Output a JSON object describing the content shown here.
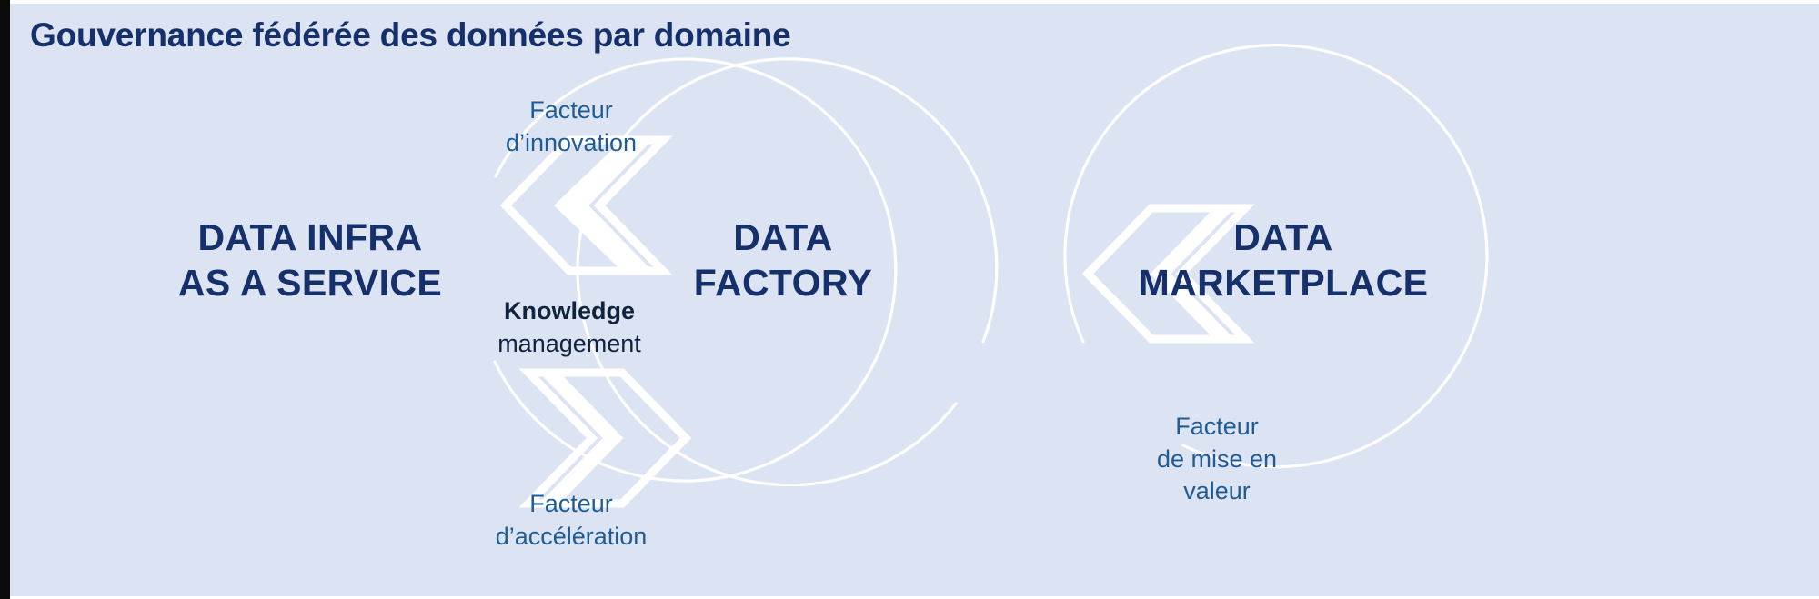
{
  "slide": {
    "title": "Gouvernance fédérée des données par domaine",
    "background_color": "#dce3f3",
    "title_color": "#16306b",
    "accent_color": "#1f5c96",
    "stroke_color": "#ffffff"
  },
  "nodes": [
    {
      "id": "data-infra-as-a-service",
      "line1": "DATA INFRA",
      "line2": "AS A SERVICE",
      "shape": "circle-arc"
    },
    {
      "id": "data-factory",
      "line1": "DATA",
      "line2": "FACTORY",
      "shape": "circle-arc"
    },
    {
      "id": "data-marketplace",
      "line1": "DATA",
      "line2": "MARKETPLACE",
      "shape": "circle-arc"
    }
  ],
  "connectors": [
    {
      "id": "facteur-innovation",
      "lines": [
        "Facteur",
        "d’innovation"
      ],
      "icon": "double-chevron-left-icon",
      "direction": "left",
      "position": "top-center"
    },
    {
      "id": "facteur-acceleration",
      "lines": [
        "Facteur",
        "d’accélération"
      ],
      "icon": "double-chevron-right-icon",
      "direction": "right",
      "position": "bottom-center"
    },
    {
      "id": "facteur-mise-en-valeur",
      "lines": [
        "Facteur",
        "de mise en",
        "valeur"
      ],
      "icon": "double-chevron-left-icon",
      "direction": "left",
      "position": "right"
    }
  ],
  "center_label": {
    "strong": "Knowledge",
    "normal": "management"
  }
}
